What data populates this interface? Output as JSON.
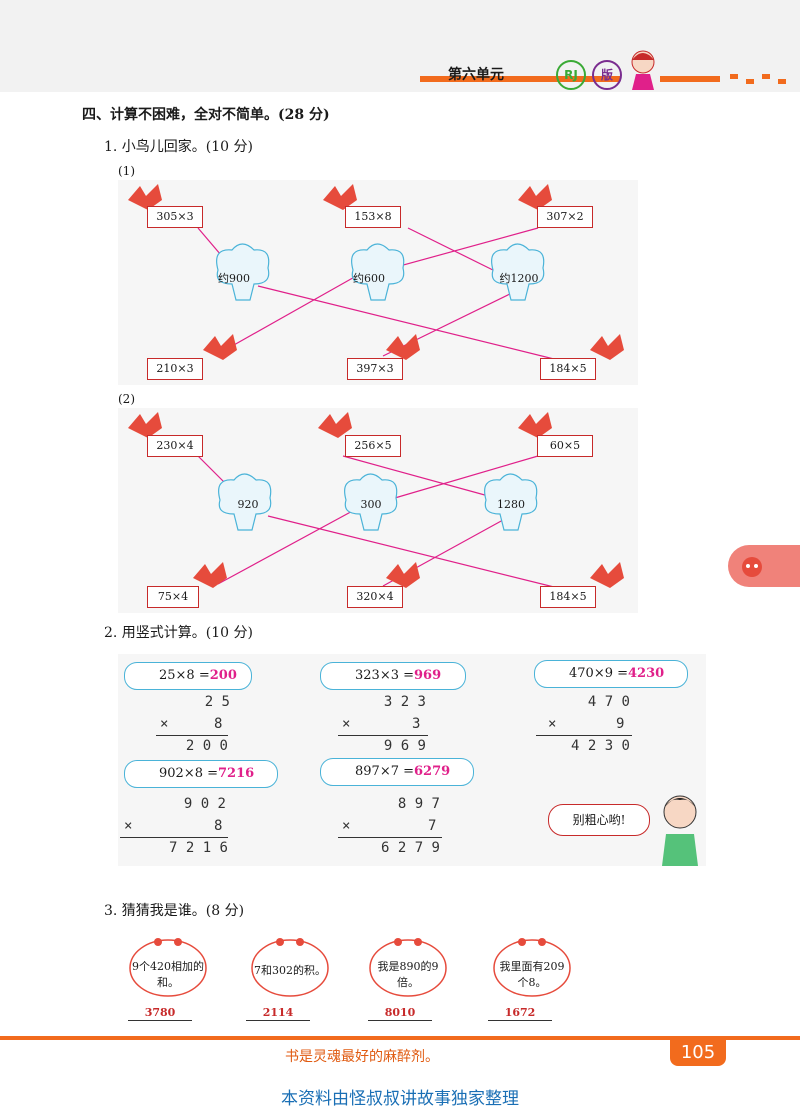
{
  "header": {
    "unit": "第六单元",
    "badge_rj": "RJ",
    "badge_ban": "版"
  },
  "section": {
    "title": "四、计算不困难，全对不简单。(28 分)"
  },
  "q1": {
    "title": "1. 小鸟儿回家。(10 分)",
    "part1": {
      "label": "(1)",
      "top_boxes": [
        "305×3",
        "153×8",
        "307×2"
      ],
      "trees": [
        "约900",
        "约600",
        "约1200"
      ],
      "bottom_boxes": [
        "210×3",
        "397×3",
        "184×5"
      ]
    },
    "part2": {
      "label": "(2)",
      "top_boxes": [
        "230×4",
        "256×5",
        "60×5"
      ],
      "trees": [
        "920",
        "300",
        "1280"
      ],
      "bottom_boxes": [
        "75×4",
        "320×4",
        "184×5"
      ]
    }
  },
  "q2": {
    "title": "2. 用竖式计算。(10 分)",
    "items": [
      {
        "expr": "25×8 =",
        "answer": "200",
        "top": "2 5",
        "op": "×",
        "mult": "8",
        "result": "2 0 0"
      },
      {
        "expr": "323×3 =",
        "answer": "969",
        "top": "3 2 3",
        "op": "×",
        "mult": "3",
        "result": "9 6 9"
      },
      {
        "expr": "470×9 =",
        "answer": "4230",
        "top": "4 7 0",
        "op": "×",
        "mult": "9",
        "result": "4 2 3 0"
      },
      {
        "expr": "902×8 =",
        "answer": "7216",
        "top": "9 0 2",
        "op": "×",
        "mult": "8",
        "result": "7 2 1 6"
      },
      {
        "expr": "897×7 =",
        "answer": "6279",
        "top": "8 9 7",
        "op": "×",
        "mult": "7",
        "result": "6 2 7 9"
      }
    ],
    "speech": "别粗心哟!"
  },
  "q3": {
    "title": "3. 猜猜我是谁。(8 分)",
    "items": [
      {
        "clue": "9个420相加的和。",
        "answer": "3780"
      },
      {
        "clue": "7和302的积。",
        "answer": "2114"
      },
      {
        "clue": "我是890的9倍。",
        "answer": "8010"
      },
      {
        "clue": "我里面有209个8。",
        "answer": "1672"
      }
    ]
  },
  "footer": {
    "motto": "书是灵魂最好的麻醉剂。",
    "page": "105",
    "note": "本资料由怪叔叔讲故事独家整理"
  },
  "colors": {
    "accent_orange": "#f26b1d",
    "line_pink": "#e0208a",
    "box_red": "#c72a2a",
    "tree_blue": "#4ab3d8"
  }
}
